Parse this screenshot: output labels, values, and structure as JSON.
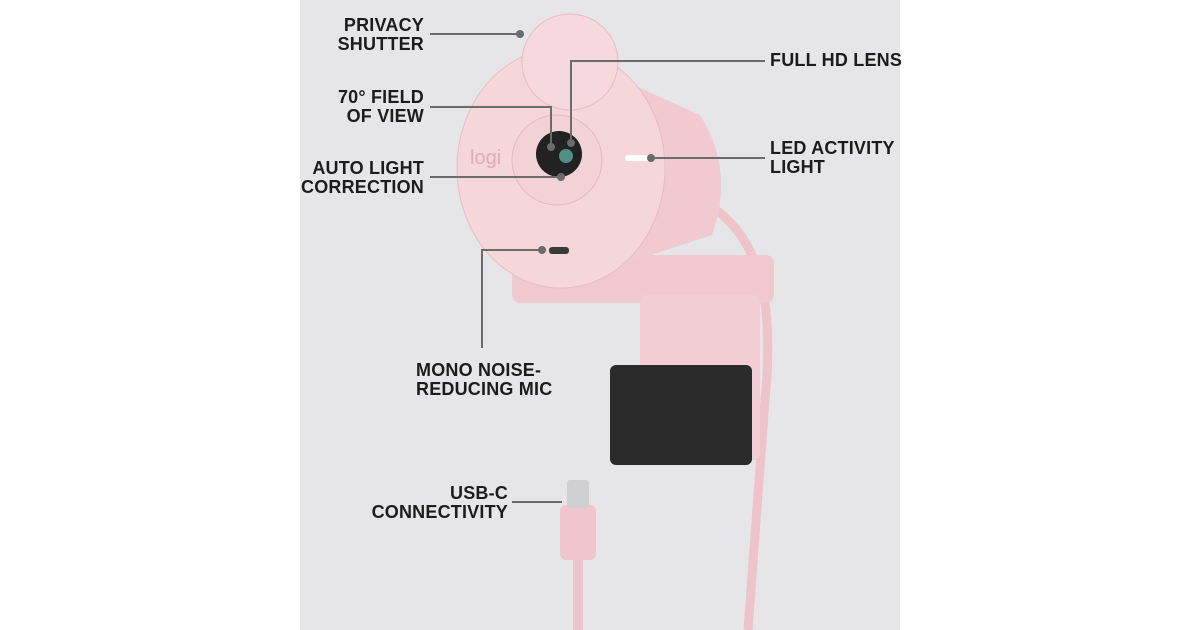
{
  "brand_logo": "logi",
  "labels": {
    "privacy_shutter": [
      "PRIVACY",
      "SHUTTER"
    ],
    "full_hd_lens": [
      "FULL HD LENS"
    ],
    "field_of_view": [
      "70° FIELD",
      "OF VIEW"
    ],
    "auto_light": [
      "AUTO LIGHT",
      "CORRECTION"
    ],
    "led_light": [
      "LED ACTIVITY",
      "LIGHT"
    ],
    "mic": [
      "MONO NOISE-",
      "REDUCING MIC"
    ],
    "usb_c": [
      "USB-C",
      "CONNECTIVITY"
    ]
  },
  "colors": {
    "panel": "#e6e6e8",
    "body": "#f3d3d8",
    "text": "#1c1c1c",
    "leader": "#6b6b6b"
  }
}
